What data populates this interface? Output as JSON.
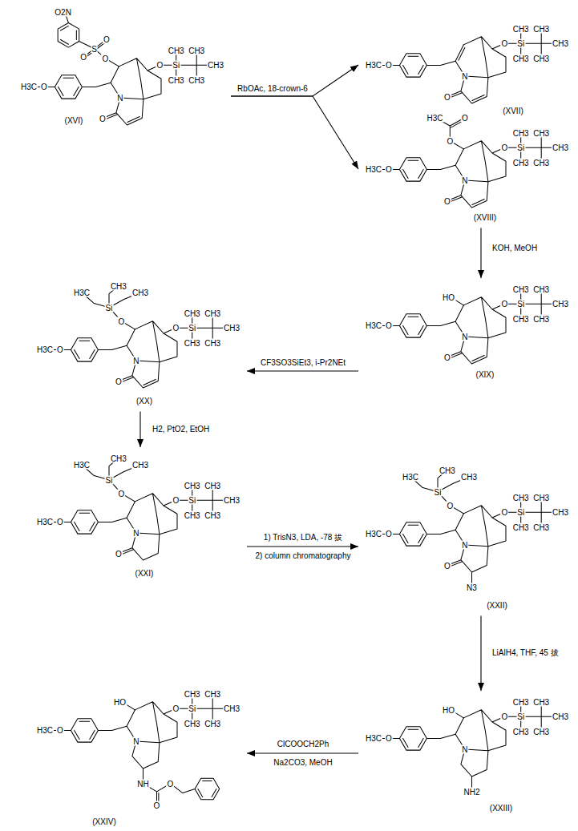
{
  "diagram": {
    "nodes": [
      {
        "text": [
          "H3C",
          "O",
          "N",
          "O",
          "O",
          "Si",
          "CH3",
          "CH3",
          "CH3",
          "CH3",
          "CH3",
          "O",
          "S",
          "O",
          "O",
          "O2N",
          "(XVI)"
        ]
      },
      {
        "text": [
          "H3C",
          "O",
          "N",
          "O",
          "O",
          "Si",
          "CH3",
          "CH3",
          "CH3",
          "CH3",
          "CH3",
          "(XVII)"
        ]
      },
      {
        "text": [
          "H3C",
          "O",
          "N",
          "O",
          "O",
          "Si",
          "CH3",
          "CH3",
          "CH3",
          "CH3",
          "CH3",
          "O",
          "O",
          "H3C",
          "(XVIII)"
        ]
      },
      {
        "text": [
          "H3C",
          "O",
          "N",
          "O",
          "O",
          "Si",
          "CH3",
          "CH3",
          "CH3",
          "CH3",
          "CH3",
          "HO",
          "(XIX)"
        ]
      },
      {
        "text": [
          "H3C",
          "O",
          "N",
          "O",
          "O",
          "Si",
          "CH3",
          "CH3",
          "CH3",
          "CH3",
          "CH3",
          "O",
          "Si",
          "CH3",
          "CH3",
          "H3C",
          "(XX)"
        ]
      },
      {
        "text": [
          "H3C",
          "O",
          "N",
          "O",
          "O",
          "Si",
          "CH3",
          "CH3",
          "CH3",
          "CH3",
          "CH3",
          "O",
          "Si",
          "CH3",
          "CH3",
          "H3C",
          "(XXI)"
        ]
      },
      {
        "text": [
          "H3C",
          "O",
          "N",
          "O",
          "O",
          "Si",
          "CH3",
          "CH3",
          "CH3",
          "CH3",
          "CH3",
          "O",
          "Si",
          "CH3",
          "CH3",
          "H3C",
          "N3",
          "(XXII)"
        ]
      },
      {
        "text": [
          "H3C",
          "O",
          "N",
          "O",
          "Si",
          "CH3",
          "CH3",
          "CH3",
          "CH3",
          "CH3",
          "HO",
          "NH2",
          "(XXIII)"
        ]
      },
      {
        "text": [
          "H3C",
          "O",
          "N",
          "O",
          "Si",
          "CH3",
          "CH3",
          "CH3",
          "CH3",
          "CH3",
          "HO",
          "NH",
          "O",
          "O",
          "(XXIV)"
        ]
      }
    ],
    "edges": [
      {
        "from": 0,
        "to": 1,
        "arrow": "to",
        "label": "RbOAc, 18-crown-6"
      },
      {
        "from": 0,
        "to": 2,
        "arrow": "to"
      },
      {
        "from": 2,
        "to": 3,
        "arrow": "to",
        "label": "KOH, MeOH"
      },
      {
        "from": 3,
        "to": 4,
        "arrow": "to",
        "label": "CF3SO3SiEt3, i-Pr2NEt"
      },
      {
        "from": 4,
        "to": 5,
        "arrow": "to",
        "label": "H2, PtO2, EtOH"
      },
      {
        "from": 5,
        "to": 6,
        "arrow": "to",
        "label": "1) TrisN3, LDA, -78 拔"
      },
      {
        "from": 6,
        "to": 7,
        "arrow": "to",
        "label": "LiAlH4, THF, 45 拔"
      },
      {
        "from": 7,
        "to": 8,
        "arrow": "to",
        "label": "ClCOOCH2Ph"
      }
    ],
    "labels": [
      "2) column chromatography",
      "Na2CO3, MeOH"
    ]
  }
}
